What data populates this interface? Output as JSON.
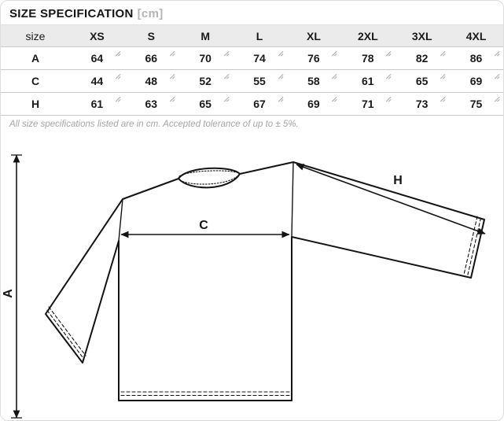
{
  "header": {
    "title": "SIZE SPECIFICATION",
    "unit": "[cm]"
  },
  "table": {
    "columns": [
      "size",
      "XS",
      "S",
      "M",
      "L",
      "XL",
      "2XL",
      "3XL",
      "4XL"
    ],
    "rows": [
      {
        "label": "A",
        "values": [
          "64",
          "66",
          "70",
          "74",
          "76",
          "78",
          "82",
          "86"
        ]
      },
      {
        "label": "C",
        "values": [
          "44",
          "48",
          "52",
          "55",
          "58",
          "61",
          "65",
          "69"
        ]
      },
      {
        "label": "H",
        "values": [
          "61",
          "63",
          "65",
          "67",
          "69",
          "71",
          "73",
          "75"
        ]
      }
    ]
  },
  "note": "All size specifications listed are in cm. Accepted tolerance of up to ± 5%.",
  "diagram": {
    "labels": {
      "length": "A",
      "chest": "C",
      "sleeve": "H"
    }
  },
  "colors": {
    "header_row_bg": "#ebebeb",
    "row_border": "#c9c9c9",
    "note_text": "#a5a5a5",
    "drawing_stroke": "#141414",
    "unit_text": "#b5b5b5"
  }
}
